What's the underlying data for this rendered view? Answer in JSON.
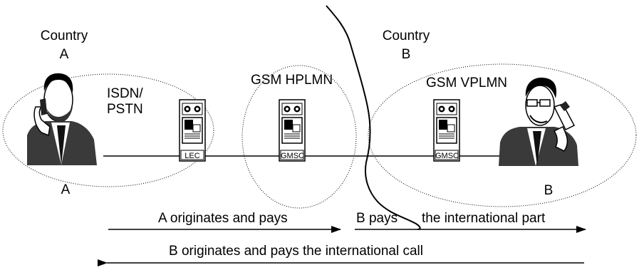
{
  "country_a": {
    "line1": "Country",
    "line2": "A"
  },
  "country_b": {
    "line1": "Country",
    "line2": "B"
  },
  "party_a": "A",
  "party_b": "B",
  "isdn": {
    "line1": "ISDN/",
    "line2": "PSTN"
  },
  "hplmn": "GSM HPLMN",
  "vplmn": "GSM VPLMN",
  "switches": {
    "lec": "LEC",
    "gmsc_home": "GMSC",
    "gmsc_visited": "GMSC"
  },
  "arrows": {
    "a_pays": "A originates and pays",
    "b_pays": "B pays",
    "intl_part": "the international part",
    "b_originates": "B originates and pays the international call"
  },
  "icons": {
    "left_person": "man-on-phone-icon",
    "right_person": "man-on-phone-icon",
    "switch": "exchange-switch-icon"
  }
}
